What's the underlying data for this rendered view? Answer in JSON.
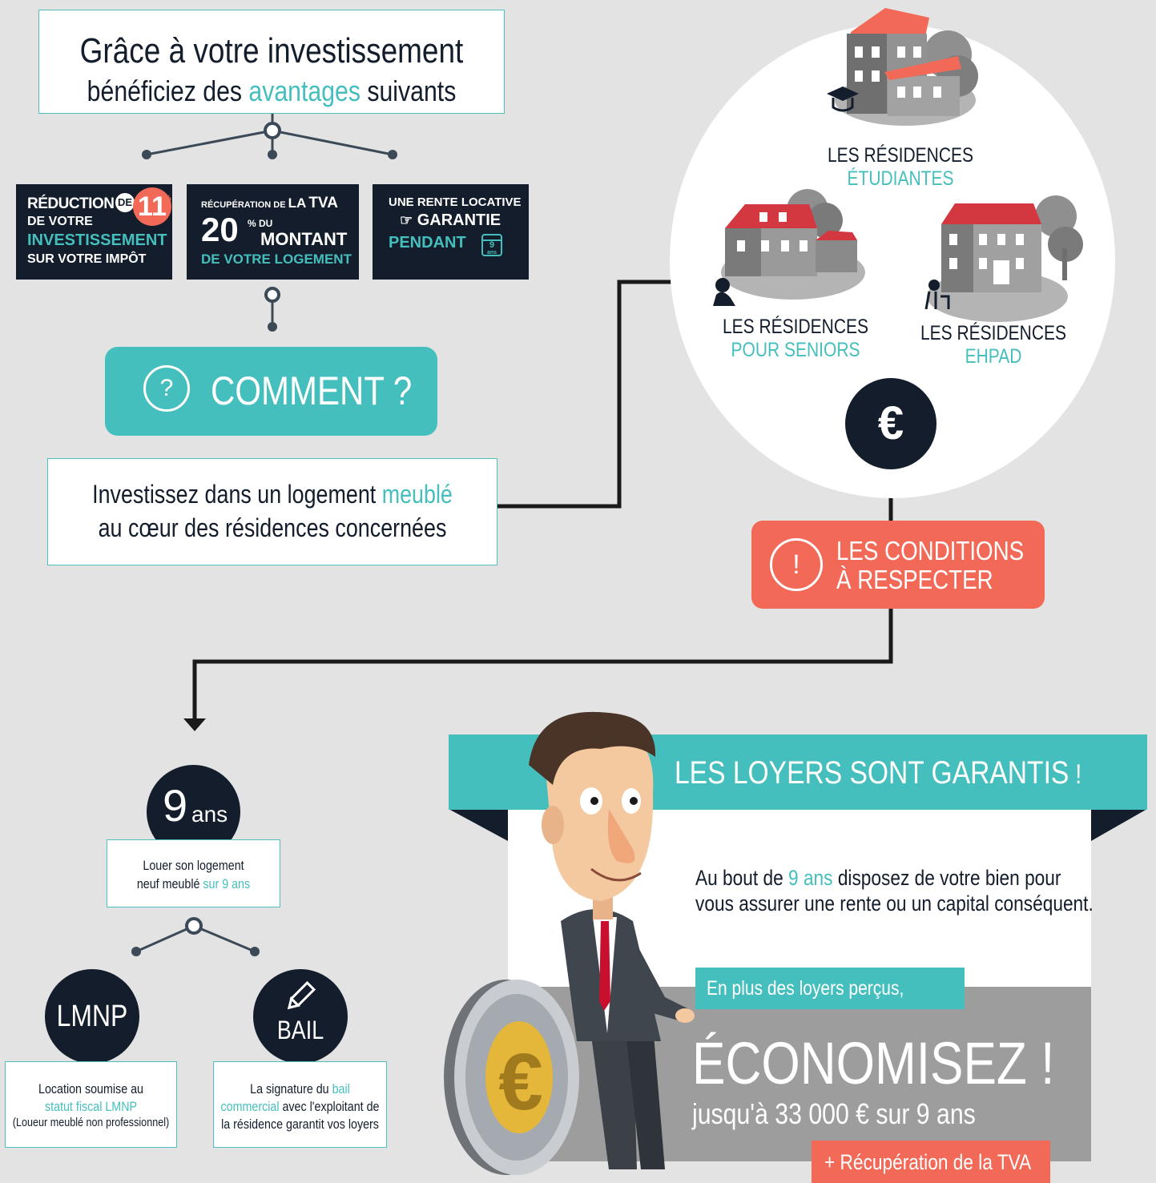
{
  "header": {
    "line1": "Grâce à votre investissement",
    "line2_a": "bénéficiez des ",
    "line2_b": "avantages",
    "line2_c": " suivants"
  },
  "advantages": [
    {
      "a": "RÉDUCTION",
      "b": "DE",
      "c": "11",
      "d": "%",
      "e": "DE VOTRE",
      "f": "INVESTISSEMENT",
      "g": "SUR VOTRE IMPÔT"
    },
    {
      "a": "RÉCUPÉRATION DE ",
      "b": "LA",
      "c": "TVA",
      "d": "20",
      "e": "% DU",
      "f": "MONTANT",
      "g": "DE VOTRE LOGEMENT"
    },
    {
      "a": "UNE RENTE LOCATIVE",
      "b": "GARANTIE",
      "c": "PENDANT",
      "d": "9",
      "e": "ans"
    }
  ],
  "comment_button": {
    "icon": "?",
    "label": "COMMENT ?"
  },
  "invest": {
    "a": "Investissez dans un logement ",
    "b": "meublé",
    "c": "au cœur des résidences concernées"
  },
  "residences": [
    {
      "line1": "LES RÉSIDENCES",
      "line2": "ÉTUDIANTES",
      "icon": "graduation-cap-icon"
    },
    {
      "line1": "LES RÉSIDENCES",
      "line2": "POUR SENIORS",
      "icon": "gardener-icon"
    },
    {
      "line1": "LES RÉSIDENCES",
      "line2": "EHPAD",
      "icon": "walker-icon"
    }
  ],
  "euro_symbol": "€",
  "conditions": {
    "icon": "!",
    "line1": "LES CONDITIONS",
    "line2": "À RESPECTER"
  },
  "nine_years": {
    "number": "9",
    "unit": "ans",
    "desc_a": "Louer son logement",
    "desc_b": "neuf meublé ",
    "desc_c": "sur 9 ans"
  },
  "lmnp": {
    "label": "LMNP",
    "a": "Location soumise au",
    "b": "statut fiscal LMNP",
    "c": "(Loueur meublé non professionnel)"
  },
  "bail": {
    "label": "BAIL",
    "a": "La signature du ",
    "b": "bail",
    "c": "commercial",
    "d": " avec l'exploitant de",
    "e": "la résidence garantit vos loyers"
  },
  "loyers": {
    "title_a": "LES LOYERS SONT GARANTIS",
    "title_b": " !",
    "text_a": "Au bout de ",
    "text_b": "9 ans",
    "text_c": " disposez de votre bien pour",
    "text_d": "vous assurer une rente ou un capital conséquent.",
    "plus_loyers": "En plus des loyers perçus,",
    "economisez": "ÉCONOMISEZ !",
    "jusqua": "jusqu'à 33 000 € sur 9 ans",
    "tva": "+  Récupération de la TVA"
  },
  "colors": {
    "teal": "#45bfbd",
    "navy": "#131d2b",
    "coral": "#f26a57",
    "background": "#e2e3e2"
  }
}
